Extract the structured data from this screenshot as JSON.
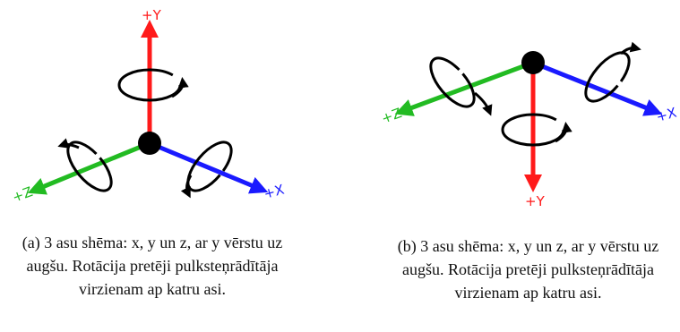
{
  "figure_a": {
    "axis_labels": {
      "y": "+Y",
      "z": "+Z",
      "x": "+X"
    },
    "caption": "(a) 3 asu shēma: x, y un z, ar y vērstu uz augšu. Rotācija pretēji pulksteņrādītāja virzienam ap katru asi."
  },
  "figure_b": {
    "axis_labels": {
      "y": "+Y",
      "z": "+Z",
      "x": "+X"
    },
    "caption": "(b) 3 asu shēma: x, y un z, ar y vērstu uz augšu. Rotācija pretēji pulksteņrādītāja virzienam ap katru asi."
  },
  "colors": {
    "y_axis": "#ff1a1a",
    "x_axis": "#1a1aff",
    "z_axis": "#22bb22",
    "origin": "#000000",
    "rotation_arrows": "#000000"
  }
}
